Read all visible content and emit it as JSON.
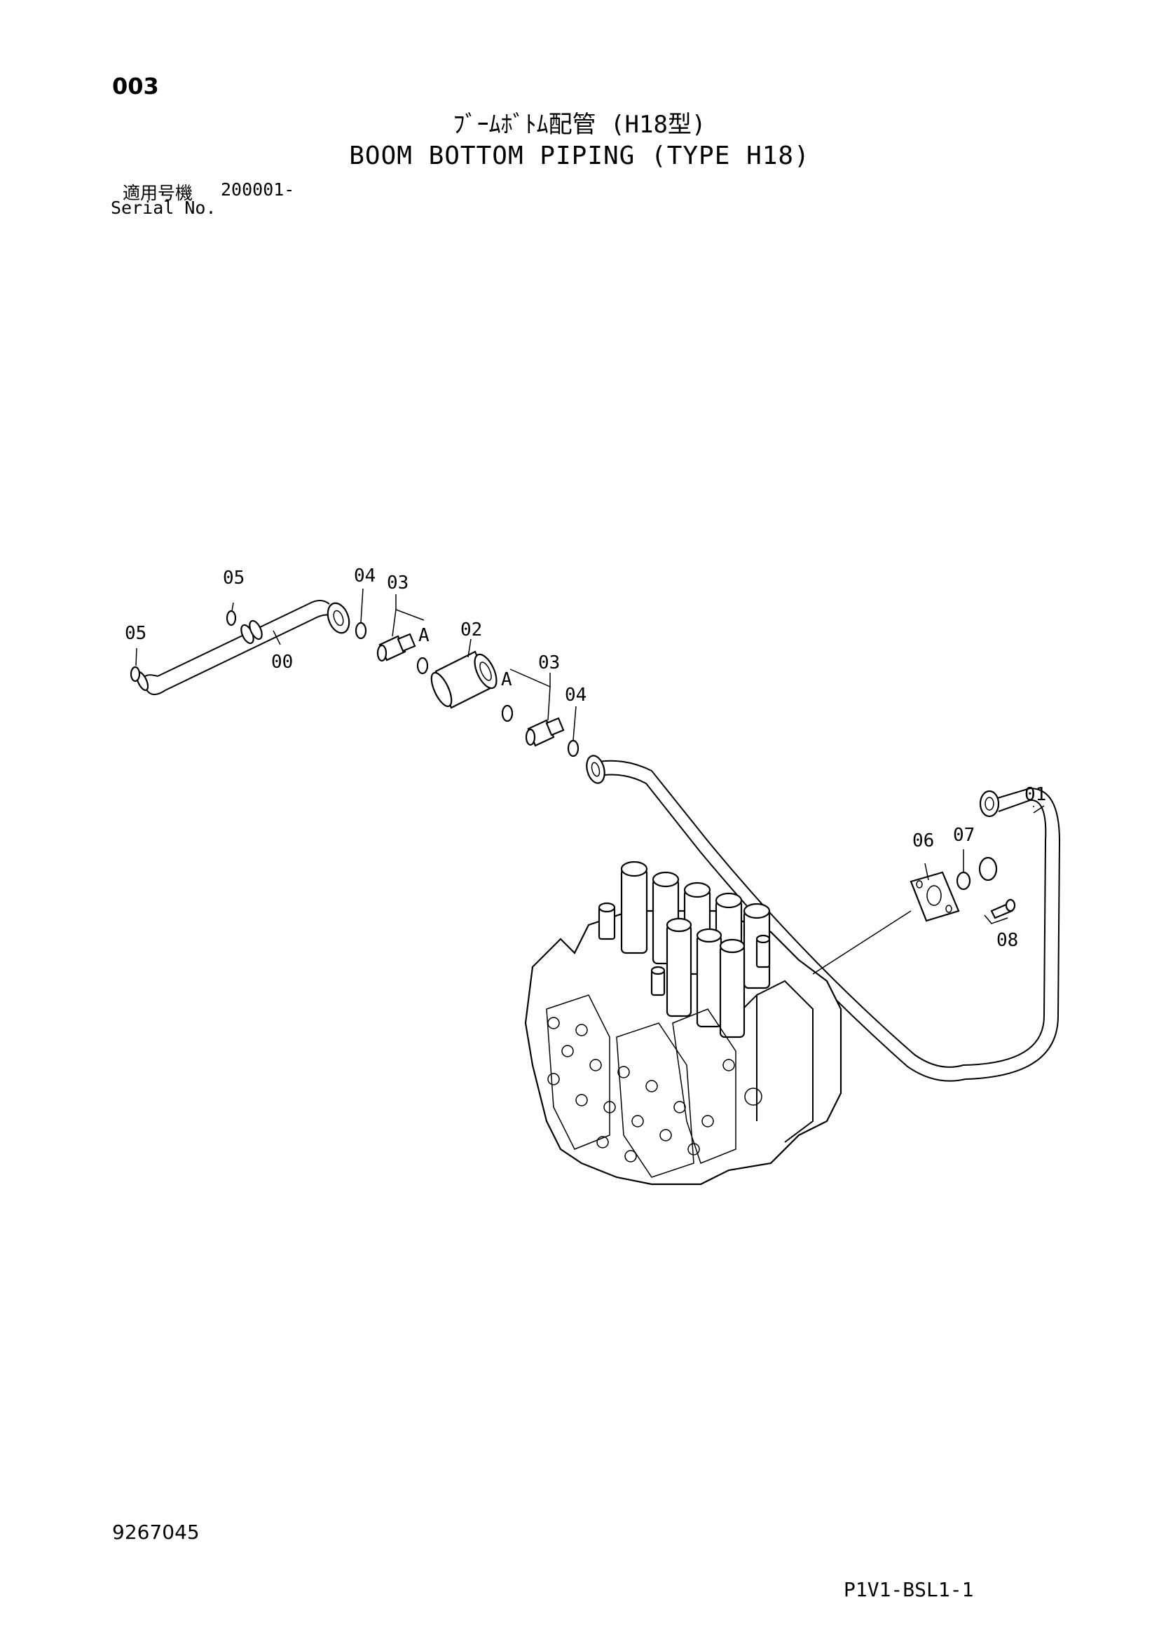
{
  "header": {
    "page_number": "003",
    "title_jp": "ﾌﾞｰﾑﾎﾞﾄﾑ配管 (H18型)",
    "title_en": "BOOM BOTTOM PIPING (TYPE H18)",
    "serial_label_jp": "適用号機",
    "serial_value": "200001-",
    "serial_label_en": "Serial No."
  },
  "callouts": {
    "c00": "00",
    "c01": "01",
    "c02": "02",
    "c03a": "03",
    "c03b": "03",
    "c04a": "04",
    "c04b": "04",
    "c05a": "05",
    "c05b": "05",
    "c06": "06",
    "c07": "07",
    "c08": "08",
    "ca1": "A",
    "ca2": "A"
  },
  "footer": {
    "document_number": "9267045",
    "figure_code": "P1V1-BSL1-1"
  }
}
